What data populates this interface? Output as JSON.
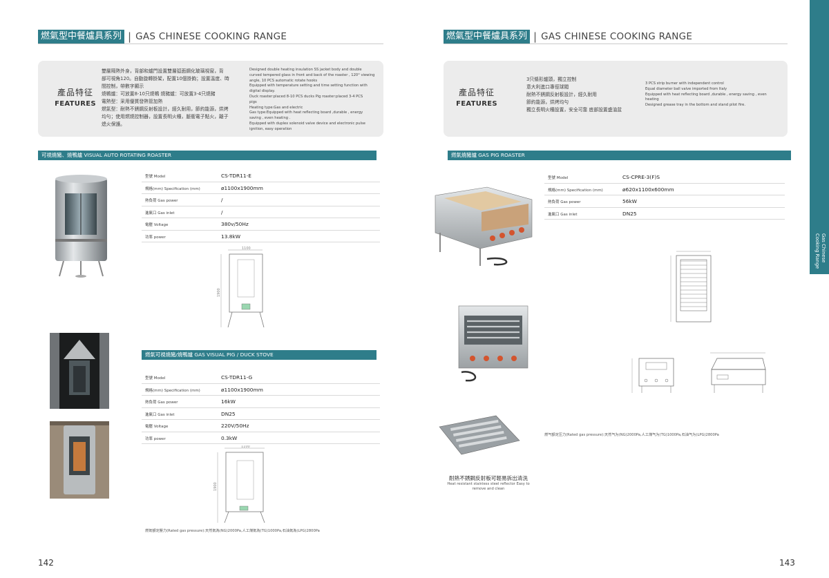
{
  "left": {
    "title_cn": "燃氣型中餐爐具系列",
    "title_sep": "|",
    "title_en": "GAS CHINESE COOKING RANGE",
    "features": {
      "label_cn": "產品特征",
      "label_en": "FEATURES",
      "cn_text": "雙層隔熱外身，背部和爐門設置雙層弧面鋼化玻璃視窗，背\n部可視角120。自動旋轉掛架，配置10個掛鉤；設置溫度、時\n間控制，帶數字顯示\n燒鴨爐：可放置8-10只燒鴨    燒豬爐：可放置3-4只燒豬\n電熱型：采用優質發熱管加熱\n燃氣型：耐熱不銹鋼反射板設計，經久耐用，節約能源，烘烤\n均勻；使用燃燒控制器，設置長明火種，脈衝電子點火，離子\n熄火保護。",
      "en_text": "Designed double heating insulation SS jacket body and double\ncurved tempered glass in front and back of the roaster , 120° viewing\nangle, 10 PCS automatic rotate hooks\nEquipped with temperature setting and time setting function with\ndigital display.\nDuck roaster:placed   8-10 PCS ducks  Pig roaster:placed  3-4 PCS\npigs\nHeating  type:Gas and electric\nGas type:Equipped with heat reflecting  board ,durable ,  energy\nsaving ,  even heating .\nEquipped with duplex solenoid valve device and electronic pulse\nignition, easy operation"
    },
    "section1": {
      "bar": "可視燒豬、燒鴨爐  VISUAL AUTO ROTATING ROASTER",
      "specs": [
        {
          "label": "型號 Model",
          "value": "CS-TDR11-E"
        },
        {
          "label": "規格(mm) Specification (mm)",
          "value": "ø1100x1900mm"
        },
        {
          "label": "熱負荷 Gas power",
          "value": "/"
        },
        {
          "label": "進氣口 Gas inlet",
          "value": "/"
        },
        {
          "label": "電壓 Voltage",
          "value": "380v/50Hz"
        },
        {
          "label": "功率 power",
          "value": "13.8kW"
        }
      ],
      "dim_w": "1100",
      "dim_h": "1900"
    },
    "section2": {
      "bar": "燃氣可視燒豬/燒鴨爐  GAS VISUAL PIG / DUCK STOVE",
      "specs": [
        {
          "label": "型號 Model",
          "value": "CS-TDR11-G"
        },
        {
          "label": "規格(mm) Specification (mm)",
          "value": "ø1100x1900mm"
        },
        {
          "label": "熱負荷 Gas power",
          "value": "16kW"
        },
        {
          "label": "進氣口 Gas inlet",
          "value": "DN25"
        },
        {
          "label": "電壓 Voltage",
          "value": "220V/50Hz"
        },
        {
          "label": "功率 power",
          "value": "0.3kW"
        }
      ],
      "dim_w": "1100",
      "dim_h": "1900"
    },
    "footnote": "燃氣額定壓力(Rated gas pressure):天然氣為(NG)2000Pa,人工煤氣為(TG)1000Pa,石油氣為(LPG)2800Pa",
    "page_number": "142"
  },
  "right": {
    "title_cn": "燃氣型中餐爐具系列",
    "title_sep": "|",
    "title_en": "GAS CHINESE COOKING RANGE",
    "features": {
      "label_cn": "產品特征",
      "label_en": "FEATURES",
      "cn_text": "3只條形爐頭，獨立控制\n意大利進口專徑球閥\n耐熱不銹鋼反射板設計，經久耐用\n節約能源，烘烤均勻\n獨立長明火種設置，安全可靠 底部設置盛油盆",
      "en_text": "3 PCS strip burner with independent control\nEqual diameter ball valve imported from Italy\nEquipped with heat reflecting  board ,durable ,  energy saving ,  even\nheating\nDesigned grease tray in the bottom and stand pilot fire."
    },
    "section": {
      "bar": "燃氣燒豬爐  GAS PIG ROASTER",
      "specs": [
        {
          "label": "型號 Model",
          "value": "CS-CPRE-3(F)S"
        },
        {
          "label": "規格(mm) Specification (mm)",
          "value": "ø620x1100x600mm"
        },
        {
          "label": "熱負荷 Gas power",
          "value": "56kW"
        },
        {
          "label": "進氣口 Gas inlet",
          "value": "DN25"
        }
      ]
    },
    "footnote": "燃气额定压力(Rated gas pressure):天然气为(NG)2000Pa,人工煤气为(TG)1000Pa,石油气为(LPG)2800Pa",
    "caption_cn": "耐熱不銹鋼反射板可輕易拆出清洗",
    "caption_en": "Heat resistant stainless steel reflector Easy to\nremove and clean",
    "page_number": "143",
    "side_tab": "Gas Chinese\nCooking Range"
  },
  "colors": {
    "accent": "#2e7d8a",
    "panel": "#ececec",
    "rule": "#d9d9d9"
  }
}
